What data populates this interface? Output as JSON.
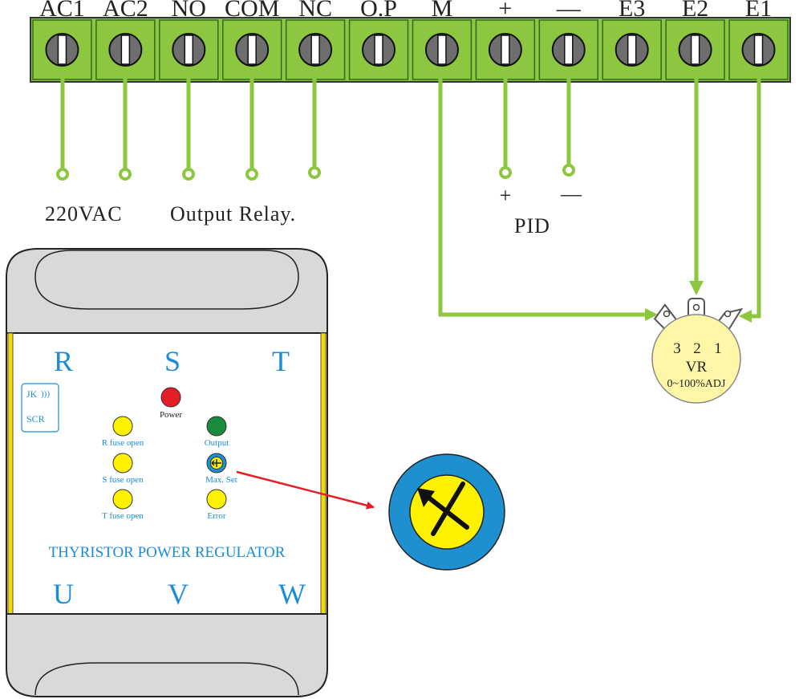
{
  "terminals": [
    {
      "label": "AC1",
      "wired": true
    },
    {
      "label": "AC2",
      "wired": true
    },
    {
      "label": "NO",
      "wired": true
    },
    {
      "label": "COM",
      "wired": true
    },
    {
      "label": "NC",
      "wired": true
    },
    {
      "label": "O.P",
      "wired": false
    },
    {
      "label": "M",
      "wired": true
    },
    {
      "label": "+",
      "wired": true
    },
    {
      "label": "—",
      "wired": true
    },
    {
      "label": "E3",
      "wired": false
    },
    {
      "label": "E2",
      "wired": true
    },
    {
      "label": "E1",
      "wired": true
    }
  ],
  "labels": {
    "supply": "220VAC",
    "relay": "Output Relay.",
    "pid": "PID",
    "pid_plus": "+",
    "pid_minus": "—"
  },
  "potentiometer": {
    "pins": [
      "3",
      "2",
      "1"
    ],
    "name": "VR",
    "range": "0~100%ADJ"
  },
  "device": {
    "phase_top": [
      "R",
      "S",
      "T"
    ],
    "phase_bottom": [
      "U",
      "V",
      "W"
    ],
    "logo_top": "JK",
    "logo_bottom": "SCR",
    "title": "THYRISTOR POWER REGULATOR",
    "indicators": {
      "power": "Power",
      "r_fuse": "R fuse open",
      "s_fuse": "S fuse open",
      "t_fuse": "T fuse open",
      "output": "Output",
      "max_set": "Max. Set",
      "error": "Error"
    }
  },
  "colors": {
    "wire": "#8DC63F",
    "terminal_block": "#8DC63F",
    "panel_text": "#1A8CD8",
    "led_yellow": "#FFF200",
    "led_red": "#E31E24",
    "led_green": "#1A8A3C",
    "knob_blue": "#1E90D0",
    "arrow_red": "#E31E24",
    "pot_fill": "#FFF7A8",
    "body_gray": "#D9D9D9"
  }
}
